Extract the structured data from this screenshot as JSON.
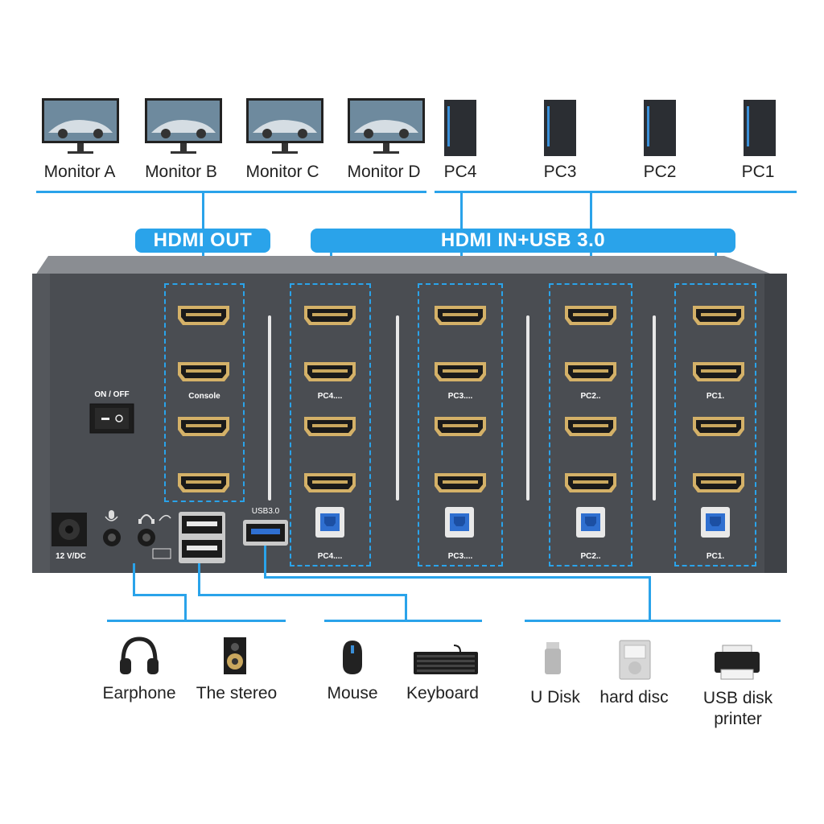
{
  "monitors": [
    "Monitor A",
    "Monitor B",
    "Monitor C",
    "Monitor D"
  ],
  "pcs": [
    "PC4",
    "PC3",
    "PC2",
    "PC1"
  ],
  "bands": {
    "hdmi_out": "HDMI OUT",
    "hdmi_in_usb": "HDMI IN+USB 3.0"
  },
  "device": {
    "power_switch": "ON / OFF",
    "console_label": "Console",
    "pc_group_labels": [
      "PC4....",
      "PC3....",
      "PC2..",
      "PC1."
    ],
    "usb30_label": "USB3.0",
    "dc_label": "12 V/DC"
  },
  "peripherals": {
    "audio": [
      "Earphone",
      "The stereo"
    ],
    "input": [
      "Mouse",
      "Keyboard"
    ],
    "storage": [
      "U Disk",
      "hard disc",
      "USB disk\nprinter"
    ]
  },
  "colors": {
    "accent": "#2aa3ea",
    "chassis": "#4a4d52",
    "port_gold": "#d4b168"
  }
}
